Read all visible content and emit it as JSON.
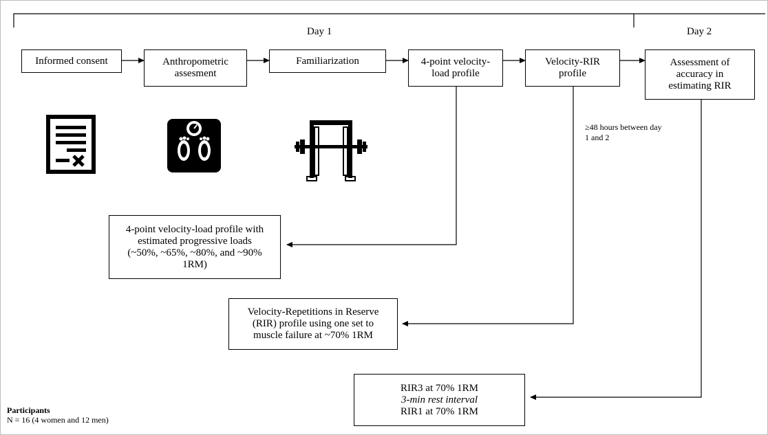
{
  "header": {
    "day1": "Day 1",
    "day2": "Day 2"
  },
  "steps": [
    {
      "id": "informed-consent",
      "text": "Informed consent"
    },
    {
      "id": "anthropometric",
      "text": "Anthropometric\nassesment"
    },
    {
      "id": "familiarization",
      "text": "Familiarization"
    },
    {
      "id": "velocity-load",
      "text": "4-point velocity-\nload profile"
    },
    {
      "id": "velocity-rir",
      "text": "Velocity-RIR\nprofile"
    },
    {
      "id": "accuracy",
      "text": "Assessment of\naccuracy in\nestimating RIR"
    }
  ],
  "details": {
    "velocity_load": "4-point velocity-load profile with\nestimated progressive loads\n(~50%, ~65%, ~80%, and ~90%\n1RM)",
    "velocity_rir": "Velocity-Repetitions in Reserve\n(RIR) profile using one set to\nmuscle failure at ~70% 1RM",
    "rir_line1": "RIR3 at 70% 1RM",
    "rir_line2": "3-min rest interval",
    "rir_line3": "RIR1 at 70% 1RM"
  },
  "interval_note": "≥48 hours between day\n1 and 2",
  "participants": {
    "title": "Participants",
    "text": "N = 16 (4 women and 12 men)"
  },
  "icons": [
    "document-icon",
    "scale-icon",
    "squat-rack-icon"
  ]
}
